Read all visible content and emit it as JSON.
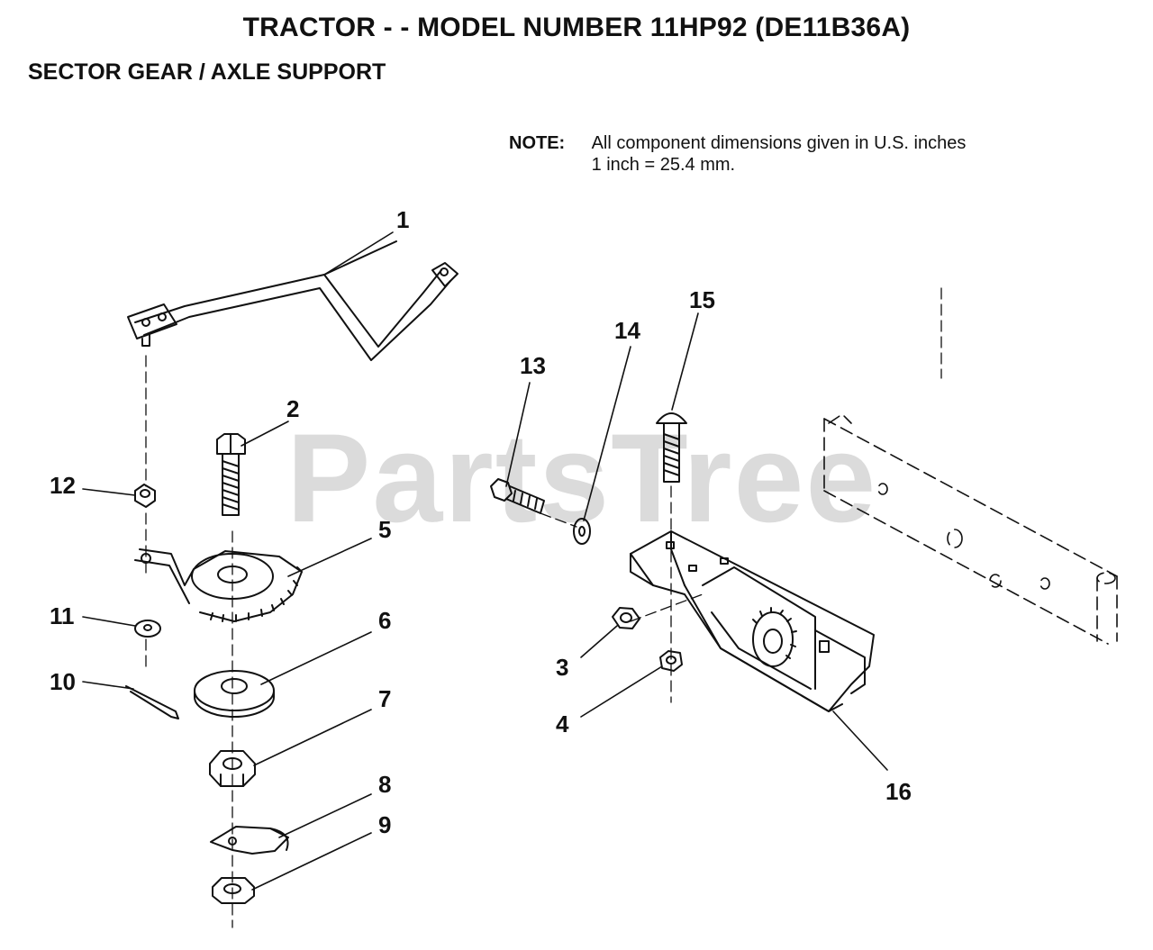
{
  "title": "TRACTOR - - MODEL NUMBER 11HP92 (DE11B36A)",
  "subtitle": "SECTOR GEAR / AXLE SUPPORT",
  "note": {
    "label": "NOTE:",
    "lines": [
      "All component dimensions given in U.S. inches",
      "1 inch = 25.4 mm."
    ]
  },
  "watermark": "PartsTree",
  "callouts": [
    "1",
    "2",
    "3",
    "4",
    "5",
    "6",
    "7",
    "8",
    "9",
    "10",
    "11",
    "12",
    "13",
    "14",
    "15",
    "16"
  ]
}
